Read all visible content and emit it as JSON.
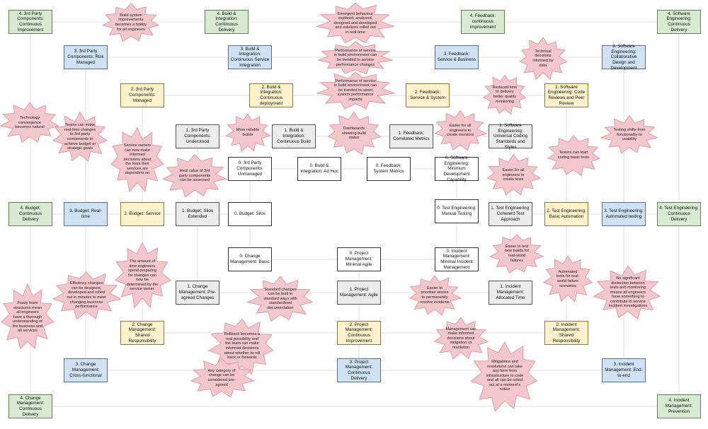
{
  "colors": {
    "green": "#d9ead3",
    "blue": "#cfe2f3",
    "yellow": "#fff2cc",
    "grey": "#ececec",
    "white": "#ffffff",
    "burst_fill": "#f4c7cc",
    "burst_stroke": "#d98c96",
    "line": "#dddddd"
  },
  "boxes": [
    {
      "id": "b1",
      "color": "green",
      "text": "4. 3rd Party Components: Continuous Improvement"
    },
    {
      "id": "b2",
      "color": "green",
      "text": "4. Build & Integration: Continuous Delivery"
    },
    {
      "id": "b3",
      "color": "green",
      "text": "4. Feedback: continuous improvement"
    },
    {
      "id": "b4",
      "color": "green",
      "text": "4. Software Engineering: Continuous Delivery"
    },
    {
      "id": "b5",
      "color": "blue",
      "text": "3. 3rd Party Components: Risk Managed"
    },
    {
      "id": "b6",
      "color": "blue",
      "text": "3. Build & Integration: Continuous Service Integration"
    },
    {
      "id": "b7",
      "color": "blue",
      "text": "3. Feedback: Service & Business"
    },
    {
      "id": "b8",
      "color": "blue",
      "text": "3. Software Engineering: Collaborative Design and Development"
    },
    {
      "id": "b9",
      "color": "yellow",
      "text": "2. 3rd Party Components: Managed"
    },
    {
      "id": "b10",
      "color": "yellow",
      "text": "2. Build & Integration: Continuous deployment"
    },
    {
      "id": "b11",
      "color": "yellow",
      "text": "2. Feedback: Service & System"
    },
    {
      "id": "b12",
      "color": "yellow",
      "text": "2. Software Engineering: Code Reviews and Peer Review"
    },
    {
      "id": "b13",
      "color": "grey",
      "text": "1. 3rd Party Components: Understood"
    },
    {
      "id": "b14",
      "color": "grey",
      "text": "1. Build & Integration: Continuous Build"
    },
    {
      "id": "b15",
      "color": "grey",
      "text": "1. Feedback: Correlated Metrics"
    },
    {
      "id": "b16",
      "color": "grey",
      "text": "1. Software Engineering: Universal Coding Standards and Styles"
    },
    {
      "id": "b17",
      "color": "white",
      "text": "0. 3rd Party Components: Unmanaged"
    },
    {
      "id": "b18",
      "color": "white",
      "text": "0. Build & Integration: Ad Hoc"
    },
    {
      "id": "b19",
      "color": "white",
      "text": "0. Feedback: System Metrics"
    },
    {
      "id": "b20",
      "color": "white",
      "text": "0. Software Engineering: Minimum Development Capability"
    },
    {
      "id": "b21",
      "color": "green",
      "text": "4. Budget: Continuous Delivery"
    },
    {
      "id": "b22",
      "color": "blue",
      "text": "3. Budget: Real-time"
    },
    {
      "id": "b23",
      "color": "yellow",
      "text": "2. Budget: Service"
    },
    {
      "id": "b24",
      "color": "grey",
      "text": "1. Budget: Silos Extended"
    },
    {
      "id": "b25",
      "color": "white",
      "text": "0. Budget: Silos"
    },
    {
      "id": "b26",
      "color": "white",
      "text": "0. Test Engineering: Manual Testing"
    },
    {
      "id": "b27",
      "color": "grey",
      "text": "1. Test Engineering: Coherent Test Approach"
    },
    {
      "id": "b28",
      "color": "yellow",
      "text": "2. Test Engineering: Basic Automation"
    },
    {
      "id": "b29",
      "color": "blue",
      "text": "3. Test Engineering: Automated testing"
    },
    {
      "id": "b30",
      "color": "green",
      "text": "4. Test Engineering: Continuous Delivery"
    },
    {
      "id": "b31",
      "color": "white",
      "text": "0. Change Management: Basic"
    },
    {
      "id": "b32",
      "color": "white",
      "text": "0. Project Management: Minimal Agile"
    },
    {
      "id": "b33",
      "color": "white",
      "text": "0. Incident Management: Minimal Incident Management"
    },
    {
      "id": "b34",
      "color": "grey",
      "text": "1. Change Management: Pre-agreed Changes"
    },
    {
      "id": "b35",
      "color": "grey",
      "text": "1. Project Management: Agile"
    },
    {
      "id": "b36",
      "color": "grey",
      "text": "1. Incident Management: Allocated Time"
    },
    {
      "id": "b37",
      "color": "yellow",
      "text": "2. Change Management: Shared Responsibility"
    },
    {
      "id": "b38",
      "color": "yellow",
      "text": "2. Project Management: Continuous Improvement"
    },
    {
      "id": "b39",
      "color": "yellow",
      "text": "2. Incident Management: Shared Responsibility"
    },
    {
      "id": "b40",
      "color": "blue",
      "text": "3. Change Management: Cross-functional"
    },
    {
      "id": "b41",
      "color": "blue",
      "text": "3. Project Management: Continuous Delivery"
    },
    {
      "id": "b42",
      "color": "blue",
      "text": "3. Incident Management: End-to-end"
    },
    {
      "id": "b43",
      "color": "green",
      "text": "4. Change Management: Continuous Delivery"
    },
    {
      "id": "b44",
      "color": "green",
      "text": "4. Incident Management: Prevention"
    }
  ],
  "bursts": [
    {
      "id": "s1",
      "text": "Build system improvements becomes a hobby for all engineers"
    },
    {
      "id": "s2",
      "text": "Emergent behaviour explored, analysed, designed and developed and solutions rolled out in real-time"
    },
    {
      "id": "s3",
      "text": "Performance of service in build environment can be trended to service performance changes"
    },
    {
      "id": "s4",
      "text": "Performance of service in build environment can be trended to upset system performance impacts"
    },
    {
      "id": "s5",
      "text": "Technical decisions informed by data"
    },
    {
      "id": "s6",
      "text": "Reduced time to delivery better quality monitoring"
    },
    {
      "id": "s7",
      "text": "Technology convergence becomes natural"
    },
    {
      "id": "s8",
      "text": "Teams can make real-time changes to 3rd party components to achieve budget or strategic goals"
    },
    {
      "id": "s9",
      "text": "More reliable builds"
    },
    {
      "id": "s10",
      "text": "Dashboards showing build status"
    },
    {
      "id": "s11",
      "text": "Easier for all engineers to create monitors"
    },
    {
      "id": "s12",
      "text": "Testing shifts from functionality to usability"
    },
    {
      "id": "s13",
      "text": "Service owners can now make informed decisions about the tools their services are dependent on"
    },
    {
      "id": "s14",
      "text": "Real value of 3rd party components can be assessed"
    },
    {
      "id": "s15",
      "text": "Testers can start coding basic tests"
    },
    {
      "id": "s16",
      "text": "Easier for all engineers to create tests"
    },
    {
      "id": "s17",
      "text": "Easier to test new builds for real-world failures"
    },
    {
      "id": "s18",
      "text": "The amount of time engineers spend preparing for changes can now be determined by the service owner."
    },
    {
      "id": "s19",
      "text": "Automated tools for real-world failure scenarios"
    },
    {
      "id": "s20",
      "text": "No significant distinction between tests and monitoring means all engineers have something to contribute to service incident investigations"
    },
    {
      "id": "s21",
      "text": "Efficiency changes can be designed, developed and rolled out in minutes to meet changing business performance"
    },
    {
      "id": "s22",
      "text": "Standard changes can be built in standard ways with standardised documentation"
    },
    {
      "id": "s23",
      "text": "Easier to prioritise stories to permanently resolve incidents"
    },
    {
      "id": "s24",
      "text": "Fuzzy team structures mean all engineers have a thorough understanding of the business and all services"
    },
    {
      "id": "s25",
      "text": "Rollback becomes a real possibility and the team can make informed decisions about whether to roll back or forwards"
    },
    {
      "id": "s26",
      "text": "Management can make informed decisions about mitigation vs resolution"
    },
    {
      "id": "s27",
      "text": "Mitigations and resolutions can take any form from infrastructure to code and all can be rolled out at a moment's notice"
    },
    {
      "id": "s28",
      "text": "Any category of change can be considered pre-agreed"
    }
  ]
}
